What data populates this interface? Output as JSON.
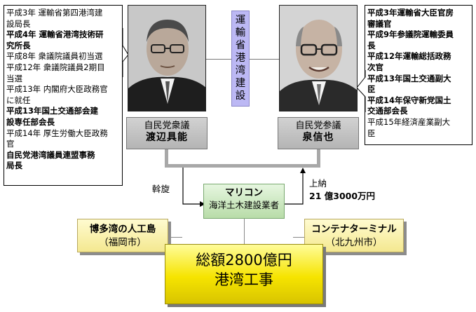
{
  "left_person": {
    "bio": [
      {
        "text": "平成3年 運輸省第四港湾建",
        "bold": false
      },
      {
        "text": "設局長",
        "bold": false
      },
      {
        "text": "平成4年 運輸省港湾技術研",
        "bold": true
      },
      {
        "text": "究所長",
        "bold": true
      },
      {
        "text": "平成8年 衆議院議員初当選",
        "bold": false
      },
      {
        "text": "平成12年 衆議院議員2期目",
        "bold": false
      },
      {
        "text": "当選",
        "bold": false
      },
      {
        "text": "平成13年 内閣府大臣政務官",
        "bold": false
      },
      {
        "text": "に就任",
        "bold": false
      },
      {
        "text": "平成13年国土交通部会建",
        "bold": true
      },
      {
        "text": "設専任部会長",
        "bold": true
      },
      {
        "text": "平成14年 厚生労働大臣政務",
        "bold": false
      },
      {
        "text": "官",
        "bold": false
      },
      {
        "text": "自民党港湾議員連盟事務",
        "bold": true
      },
      {
        "text": "局長",
        "bold": true
      }
    ],
    "title": "自民党衆議",
    "name": "渡辺具能"
  },
  "right_person": {
    "bio": [
      {
        "text": "平成3年運輸省大臣官房",
        "bold": true
      },
      {
        "text": "審議官",
        "bold": true
      },
      {
        "text": "平成9年参議院運輸委員",
        "bold": true
      },
      {
        "text": "長",
        "bold": true
      },
      {
        "text": "平成12年運輸総括政務",
        "bold": true
      },
      {
        "text": "次官",
        "bold": true
      },
      {
        "text": "平成13年国土交通副大",
        "bold": true
      },
      {
        "text": "臣",
        "bold": true
      },
      {
        "text": "平成14年保守新党国土",
        "bold": true
      },
      {
        "text": "交通部会長",
        "bold": true
      },
      {
        "text": "平成15年経済産業副大",
        "bold": false
      },
      {
        "text": "臣",
        "bold": false
      }
    ],
    "title": "自民党参議",
    "name": "泉信也"
  },
  "vertical_label": [
    "運",
    "輸",
    "省",
    "港",
    "湾",
    "建",
    "設"
  ],
  "arrows": {
    "left_label": "斡旋",
    "right_label_1": "上納",
    "right_label_2": "21 億3000万円"
  },
  "contractor": {
    "title": "マリコン",
    "subtitle": "海洋土木建設業者"
  },
  "projects": {
    "left": {
      "title": "博多湾の人工島",
      "sub": "（福岡市）"
    },
    "right": {
      "title": "コンテナターミナル",
      "sub": "（北九州市）"
    },
    "center": {
      "line1": "総額2800億円",
      "line2": "港湾工事"
    }
  },
  "colors": {
    "lavender": "#bcb8f4",
    "green": "#b8dca8",
    "yellow": "#f6e400",
    "pale_yellow": "#f4e890",
    "grey_connector": "#a8a8a8"
  }
}
